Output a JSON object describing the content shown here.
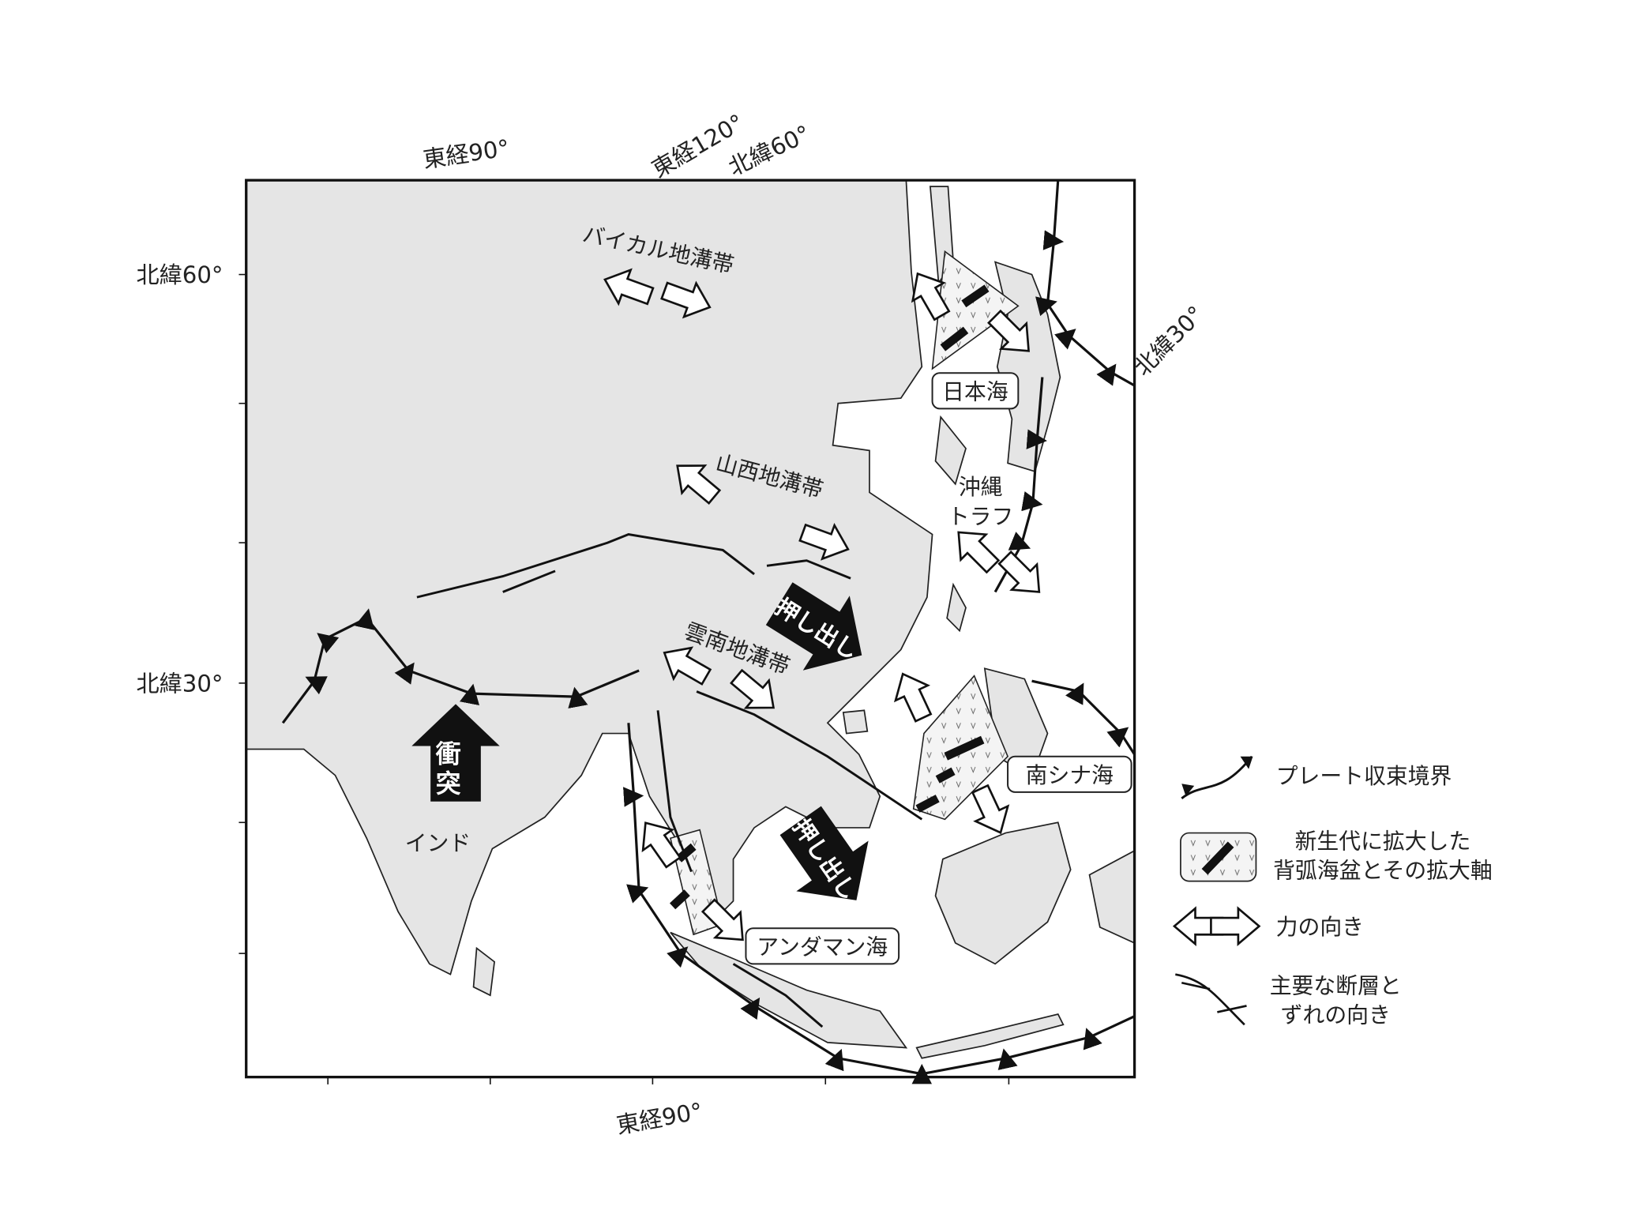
{
  "axes": {
    "top_lon_90": "東経90°",
    "top_lon_120": "東経120°",
    "top_lat_60": "北緯60°",
    "left_lat_60": "北緯60°",
    "left_lat_30": "北緯30°",
    "right_lat_30": "北緯30°",
    "bottom_lon_90": "東経90°"
  },
  "labels": {
    "baikal": "バイカル地溝帯",
    "shanxi": "山西地溝帯",
    "yunnan": "雲南地溝帯",
    "japan_sea": "日本海",
    "okinawa_1": "沖縄",
    "okinawa_2": "トラフ",
    "south_china_sea": "南シナ海",
    "andaman": "アンダマン海",
    "india": "インド",
    "collision_1": "衝",
    "collision_2": "突",
    "extrusion": "押し出し"
  },
  "legend": [
    {
      "icon": "plate-convergent-boundary-icon",
      "lines": [
        "プレート収束境界"
      ]
    },
    {
      "icon": "back-arc-basin-icon",
      "lines": [
        "新生代に拡大した",
        "背弧海盆とその拡大軸"
      ]
    },
    {
      "icon": "force-direction-icon",
      "lines": [
        "力の向き"
      ]
    },
    {
      "icon": "major-fault-icon",
      "lines": [
        "主要な断層と",
        "ずれの向き"
      ]
    }
  ]
}
